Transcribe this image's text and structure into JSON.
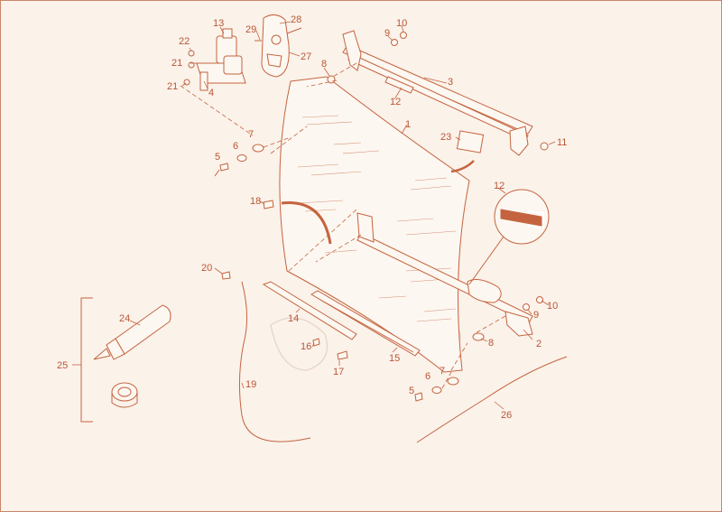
{
  "colors": {
    "background": "#fbf2ea",
    "line": "#c4643f",
    "label": "#b95634"
  },
  "labels": {
    "l1": "1",
    "l2": "2",
    "l3": "3",
    "l4": "4",
    "l5a": "5",
    "l5b": "5",
    "l6a": "6",
    "l6b": "6",
    "l7a": "7",
    "l7b": "7",
    "l8a": "8",
    "l8b": "8",
    "l9a": "9",
    "l9b": "9",
    "l10a": "10",
    "l10b": "10",
    "l11": "11",
    "l12a": "12",
    "l12b": "12",
    "l13": "13",
    "l14": "14",
    "l15": "15",
    "l16": "16",
    "l17": "17",
    "l18": "18",
    "l19": "19",
    "l20": "20",
    "l21a": "21",
    "l21b": "21",
    "l22": "22",
    "l23": "23",
    "l24": "24",
    "l25": "25",
    "l26": "26",
    "l27": "27",
    "l28": "28",
    "l29": "29"
  }
}
